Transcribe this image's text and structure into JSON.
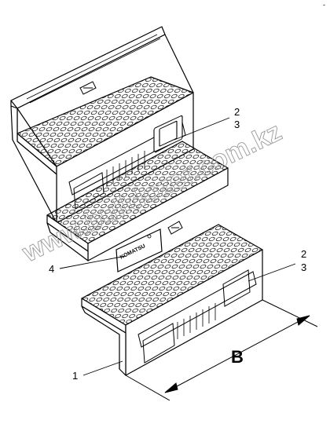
{
  "corner_mark": "-",
  "callouts": {
    "top_2": "2",
    "top_3": "3",
    "plate_4": "4",
    "bottom_2": "2",
    "bottom_3": "3",
    "base_1": "1"
  },
  "dimension_label": "B",
  "watermark_text": "www.bulldozer.com.kz",
  "plate_label": "KOMATSU"
}
